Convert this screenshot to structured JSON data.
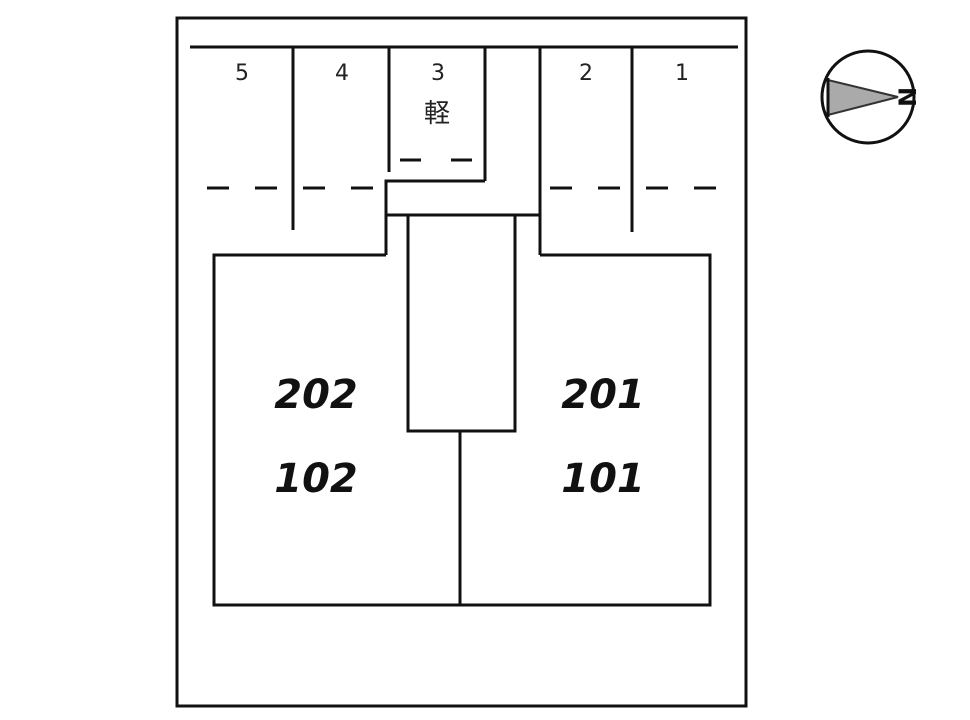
{
  "parking": {
    "slots": [
      {
        "label": "5"
      },
      {
        "label": "4"
      },
      {
        "label": "3",
        "note": "軽"
      },
      {
        "label": "2"
      },
      {
        "label": "1"
      }
    ]
  },
  "building": {
    "units": {
      "left_upper": "202",
      "left_lower": "102",
      "right_upper": "201",
      "right_lower": "101"
    }
  },
  "compass": {
    "label": "N",
    "colors": {
      "arrow": "#aaaaaa"
    }
  }
}
